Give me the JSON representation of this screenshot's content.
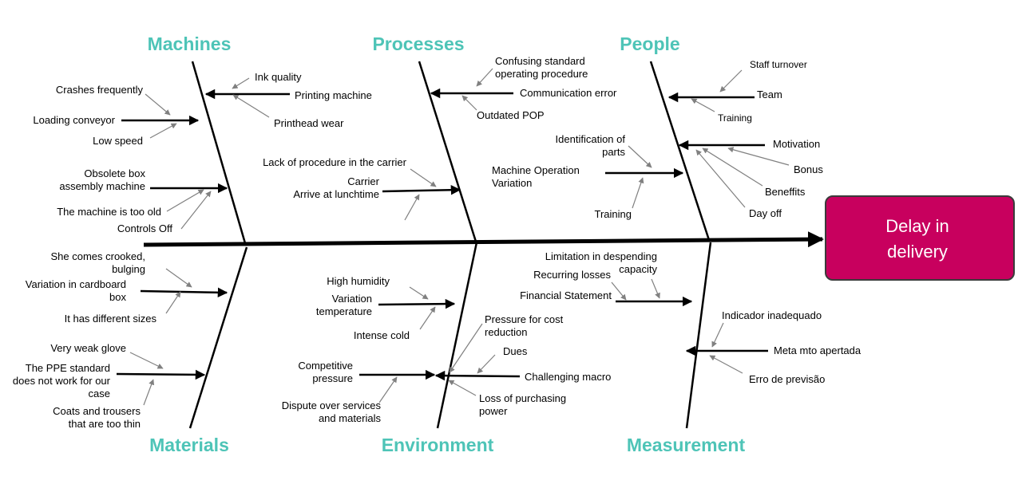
{
  "effect": {
    "lines": [
      "Delay in",
      "delivery"
    ],
    "fill": "#c8005e",
    "stroke": "#3b3b3b"
  },
  "colors": {
    "category": "#4ec4b7",
    "line": "#000000",
    "arrow_gray": "#808080"
  },
  "categories": {
    "machines": "Machines",
    "processes": "Processes",
    "people": "People",
    "materials": "Materials",
    "environment": "Environment",
    "measurement": "Measurement"
  },
  "causes": {
    "machines": {
      "ink_quality": "Ink quality",
      "printing_machine": "Printing machine",
      "printhead_wear": "Printhead wear",
      "crashes_frequently": "Crashes frequently",
      "loading_conveyor": "Loading conveyor",
      "low_speed": "Low speed",
      "obsolete_box": [
        "Obsolete box",
        "assembly machine"
      ],
      "machine_too_old": "The machine is too old",
      "controls_off": "Controls Off"
    },
    "processes": {
      "confusing_procedure": [
        "Confusing standard",
        "operating procedure"
      ],
      "communication_error": "Communication error",
      "outdated_pop": "Outdated POP",
      "lack_of_procedure": "Lack of procedure in the carrier",
      "carrier": [
        "Carrier",
        "Arrive at lunchtime"
      ]
    },
    "people": {
      "staff_turnover": "Staff turnover",
      "team": "Team",
      "training_top": "Training",
      "identification_parts": [
        "Identification of",
        "parts"
      ],
      "machine_operation": [
        "Machine Operation",
        "Variation"
      ],
      "training_bottom": "Training",
      "motivation": "Motivation",
      "bonus": "Bonus",
      "beneffits": "Beneffits",
      "day_off": "Day off"
    },
    "materials": {
      "comes_crooked": [
        "She comes crooked,",
        "bulging"
      ],
      "variation_cardboard": [
        "Variation in cardboard",
        "box"
      ],
      "different_sizes": "It has different sizes",
      "weak_glove": "Very weak glove",
      "ppe_standard": [
        "The PPE standard",
        "does not work for our",
        "case"
      ],
      "coats_trousers": [
        "Coats and trousers",
        "that are too thin"
      ]
    },
    "environment": {
      "high_humidity": "High humidity",
      "variation_temperature": [
        "Variation",
        "temperature"
      ],
      "intense_cold": "Intense cold",
      "competitive_pressure": [
        "Competitive",
        "pressure"
      ],
      "dispute_services": [
        "Dispute over services",
        "and materials"
      ],
      "pressure_cost": [
        "Pressure for cost",
        "reduction"
      ],
      "dues": "Dues",
      "challenging_macro": "Challenging macro",
      "loss_purchasing": [
        "Loss of purchasing",
        "power"
      ]
    },
    "measurement": {
      "limitation_capacity": [
        "Limitation in despending",
        "capacity"
      ],
      "recurring_losses": "Recurring losses",
      "financial_statement": "Financial Statement",
      "indicador_inadequado": "Indicador inadequado",
      "meta_apertada": "Meta mto apertada",
      "erro_previsao": "Erro de previsão"
    }
  }
}
